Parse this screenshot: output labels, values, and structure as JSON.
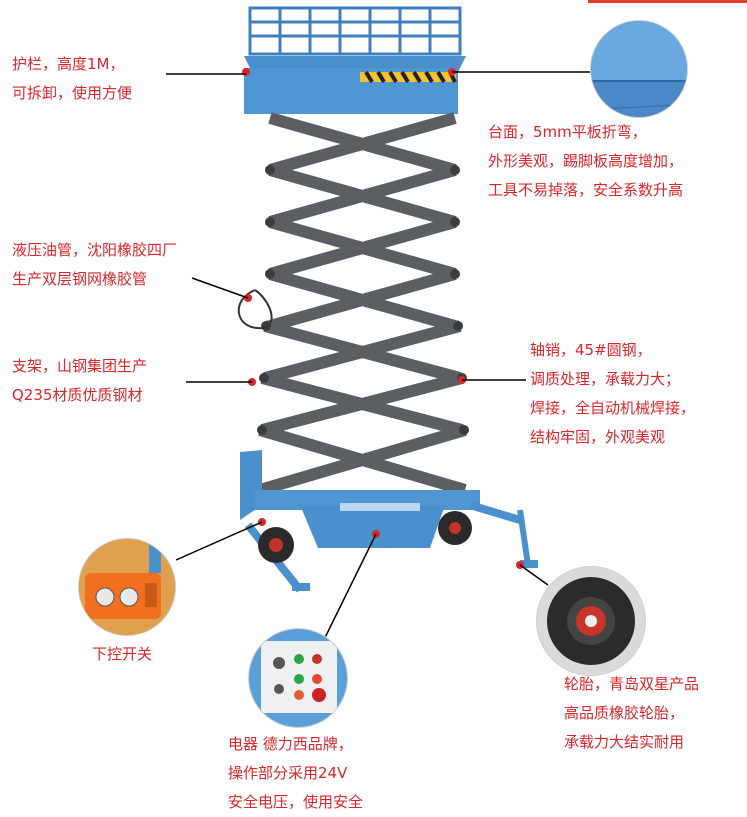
{
  "labels": {
    "guardrail": [
      "护栏，高度1M，",
      "可拆卸，使用方便"
    ],
    "platform": [
      "台面，5mm平板折弯，",
      "外形美观，踢脚板高度增加，",
      "工具不易掉落，安全系数升高"
    ],
    "hose": [
      "液压油管，沈阳橡胶四厂",
      "生产双层钢网橡胶管"
    ],
    "bracket": [
      "支架，山钢集团生产",
      "Q235材质优质钢材"
    ],
    "pin": [
      "轴销，45#圆钢，",
      "调质处理，承载力大；",
      "焊接，全自动机械焊接，",
      "结构牢固，外观美观"
    ],
    "control_switch": [
      "下控开关"
    ],
    "tire": [
      "轮胎，青岛双星产品",
      "高品质橡胶轮胎，",
      "承载力大结实耐用"
    ],
    "electrical": [
      "电器 德力西品牌，",
      "操作部分采用24V",
      "安全电压，使用安全"
    ]
  },
  "colors": {
    "label_text": "#d9262b",
    "machine_blue": "#4a90cc",
    "scissor_gray": "#5b5e63",
    "leader_line": "#000000",
    "pendant_orange": "#f07020"
  }
}
